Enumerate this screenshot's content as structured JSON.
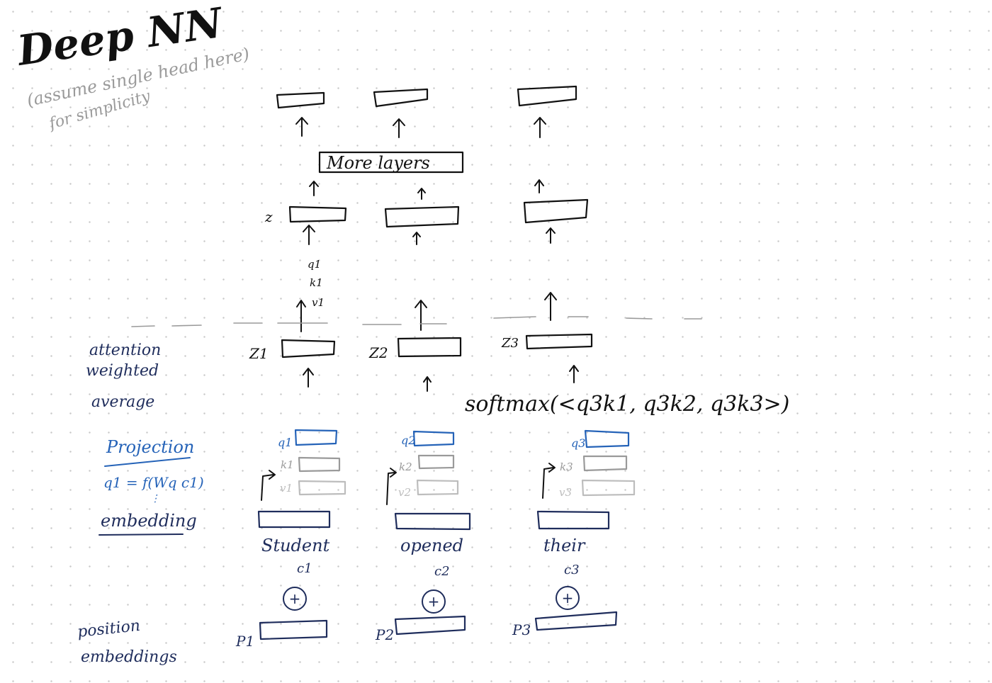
{
  "title": "Deep NN",
  "note_line1": "(assume single head here)",
  "note_line2": "for simplicity",
  "more_layers": "More layers",
  "z_label": "z",
  "z_input_labels": [
    "q1",
    "k1",
    "v1"
  ],
  "attention_label": [
    "attention",
    "weighted",
    "average"
  ],
  "z_labels": [
    "Z1",
    "Z2",
    "Z3"
  ],
  "softmax": "softmax(<q3k1, q3k2, q3k3>)",
  "projection_label": "Projection",
  "projection_formula": "q1 = f(Wq c1)",
  "embedding_label": "embedding",
  "q_labels": [
    "q1",
    "q2",
    "q3"
  ],
  "k_labels": [
    "k1",
    "k2",
    "k3"
  ],
  "v_labels": [
    "v1",
    "v2",
    "v3"
  ],
  "words": [
    "Student",
    "opened",
    "their"
  ],
  "c_labels": [
    "c1",
    "c2",
    "c3"
  ],
  "plus_symbol": "+",
  "position_label": [
    "position",
    "embeddings"
  ],
  "p_labels": [
    "P1",
    "P2",
    "P3"
  ],
  "colors": {
    "ink": "#111111",
    "navy": "#1f2d5c",
    "blue": "#2563b8",
    "gray": "#9a9a9a",
    "light_gray": "#bdbdbd"
  }
}
